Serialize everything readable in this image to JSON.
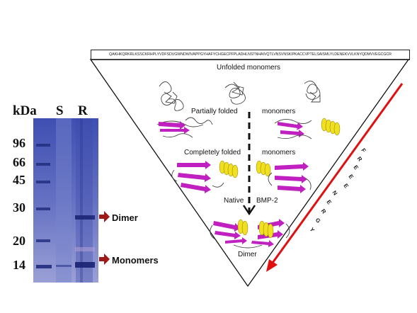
{
  "gel": {
    "kda_label": "kDa",
    "lane_s": "S",
    "lane_r": "R",
    "markers": [
      "96",
      "66",
      "45",
      "30",
      "20",
      "14"
    ],
    "dimer_label": "Dimer",
    "monomers_label": "Monomers"
  },
  "diagram": {
    "sequence": "QAKHKQRKRLKSSCKRHPLYVDFSDVGWNDWIVAPPGYHAFYCHGECPFPLADHLNSTNHAIVQTLVNSVNSKIPKACCVPTELSAISMLYLDENEKVVLKNYQDMVVEGCGCR",
    "stage1": "Unfolded monomers",
    "stage2_left": "Partially folded",
    "stage2_right": "monomers",
    "stage3_left": "Completely folded",
    "stage3_right": "monomers",
    "stage4_left": "Native",
    "stage4_right": "BMP-2",
    "stage5": "Dimer",
    "energy_letters": [
      "F",
      "R",
      "E",
      "E",
      "E",
      "N",
      "E",
      "R",
      "G",
      "Y"
    ],
    "colors": {
      "arrow_red": "#e01010",
      "beta_sheet": "#c020c0",
      "helix": "#f0e020",
      "gel_blue": "#4a56b6",
      "band_arrow": "#a01818"
    }
  }
}
